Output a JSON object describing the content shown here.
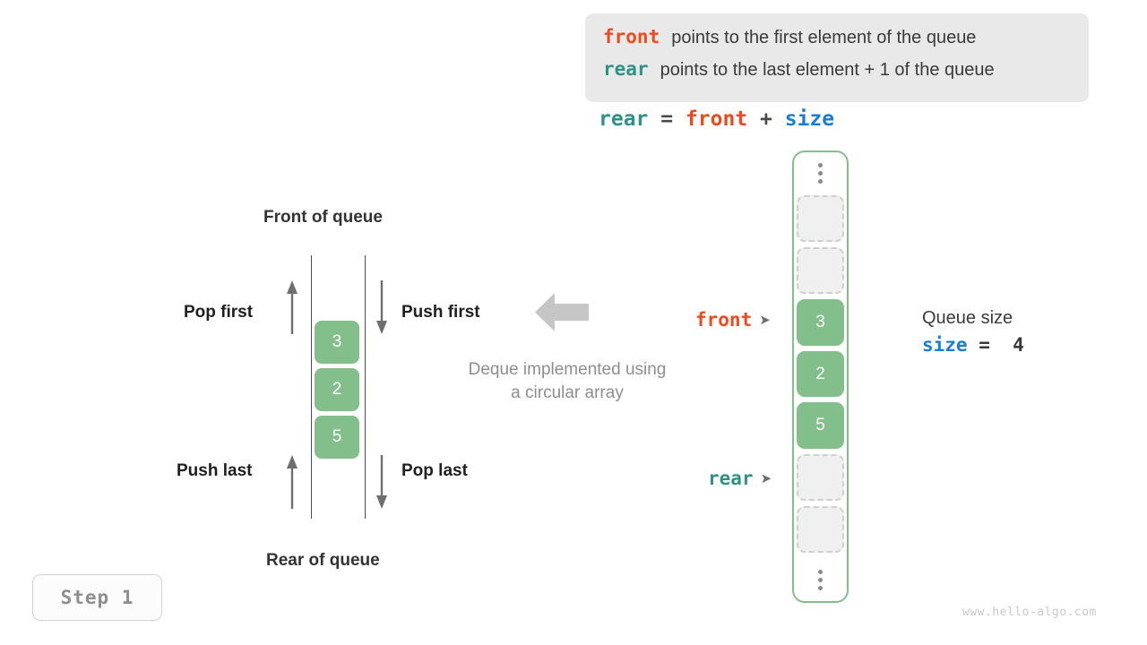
{
  "legend": {
    "lines": [
      {
        "keyword": "front",
        "text": "points to the first element of the queue",
        "color": "#ec4a1f"
      },
      {
        "keyword": "rear",
        "text": "points to the last element + 1 of the queue",
        "color": "#2f9287"
      }
    ],
    "formula": {
      "rear": "rear",
      "equals": " = ",
      "front": "front",
      "plus": " + ",
      "size": "size"
    }
  },
  "deque_diagram": {
    "front_of_queue_label": "Front of queue",
    "rear_of_queue_label": "Rear of queue",
    "pop_first_label": "Pop first",
    "push_first_label": "Push first",
    "push_last_label": "Push last",
    "pop_last_label": "Pop last",
    "cells": [
      "3",
      "2",
      "5"
    ],
    "note_line1": "Deque implemented using",
    "note_line2": "a circular array"
  },
  "circular_array": {
    "top_ellipsis": "⋮",
    "bottom_ellipsis": "⋮",
    "slots": [
      {
        "value": "",
        "state": "empty"
      },
      {
        "value": "",
        "state": "empty"
      },
      {
        "value": "3",
        "state": "filled"
      },
      {
        "value": "2",
        "state": "filled"
      },
      {
        "value": "5",
        "state": "filled"
      },
      {
        "value": "",
        "state": "empty"
      },
      {
        "value": "",
        "state": "empty"
      }
    ],
    "pointers": {
      "front": {
        "label": "front",
        "head": "➤",
        "color": "#ec4a1f"
      },
      "rear": {
        "label": "rear",
        "head": "➤",
        "color": "#2f9287"
      }
    }
  },
  "size_block": {
    "caption": "Queue size",
    "keyword": "size",
    "expression": " =  4"
  },
  "step_badge": {
    "label": "Step 1"
  },
  "watermark": {
    "text": "www.hello-algo.com"
  },
  "colors": {
    "front_orange": "#ec4a1f",
    "rear_teal": "#2f9287",
    "size_blue": "#1a7fd4",
    "cell_green": "#83bf8a",
    "legend_bg": "#e9e9e9",
    "muted_gray": "#8e8e8e"
  }
}
